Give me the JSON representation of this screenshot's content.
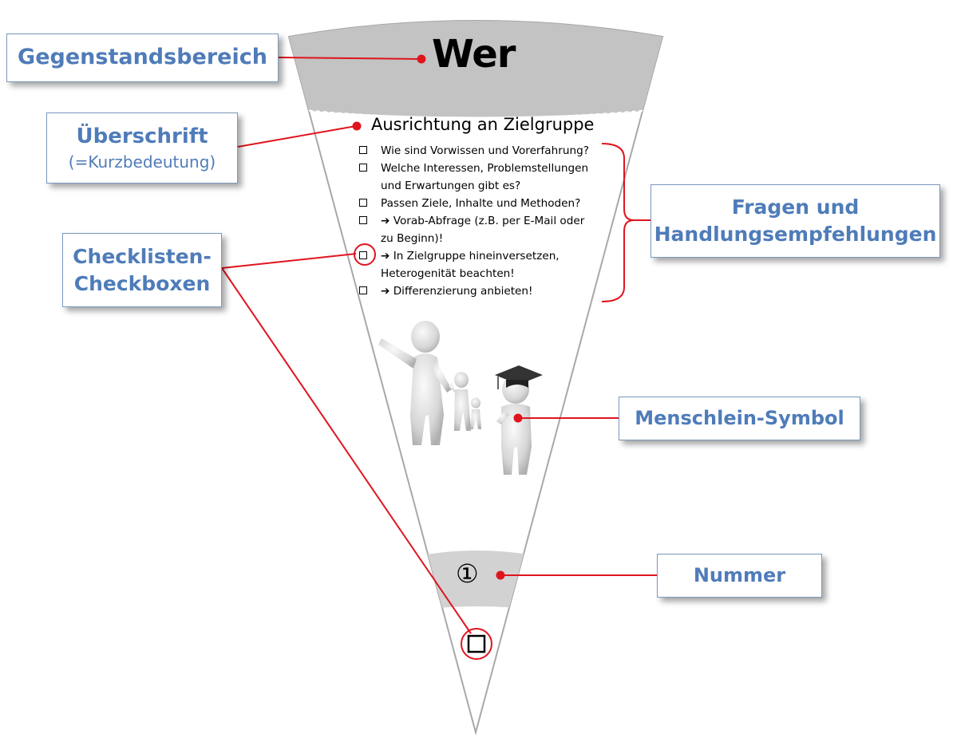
{
  "wedge": {
    "title": "Wer",
    "heading": "Ausrichtung an Zielgruppe",
    "checklist": [
      {
        "lines": [
          "Wie sind Vorwissen und Vorerfahrung?"
        ]
      },
      {
        "lines": [
          "Welche Interessen, Problemstellungen",
          "und Erwartungen gibt es?"
        ]
      },
      {
        "lines": [
          "Passen Ziele, Inhalte und Methoden?"
        ]
      },
      {
        "lines": [
          "➔ Vorab-Abfrage (z.B. per E-Mail oder",
          "zu Beginn)!"
        ]
      },
      {
        "lines": [
          "➔ In Zielgruppe hineinversetzen,",
          "Heterogenität beachten!"
        ]
      },
      {
        "lines": [
          "➔ Differenzierung anbieten!"
        ]
      }
    ],
    "number": "①"
  },
  "labels": {
    "gegenstandsbereich": "Gegenstandsbereich",
    "ueberschrift": "Überschrift",
    "ueberschrift_sub": "(=Kurzbedeutung)",
    "checkboxen_line1": "Checklisten-",
    "checkboxen_line2": "Checkboxen",
    "fragen_line1": "Fragen und",
    "fragen_line2": "Handlungsempfehlungen",
    "menschlein": "Menschlein-Symbol",
    "nummer": "Nummer"
  },
  "colors": {
    "label_text": "#4f7cb9",
    "label_border": "#7b98bd",
    "connector": "#e0141e",
    "band_gray": "#c8c8c8"
  },
  "icons": {
    "figures": "teacher-and-students-figures-icon"
  }
}
